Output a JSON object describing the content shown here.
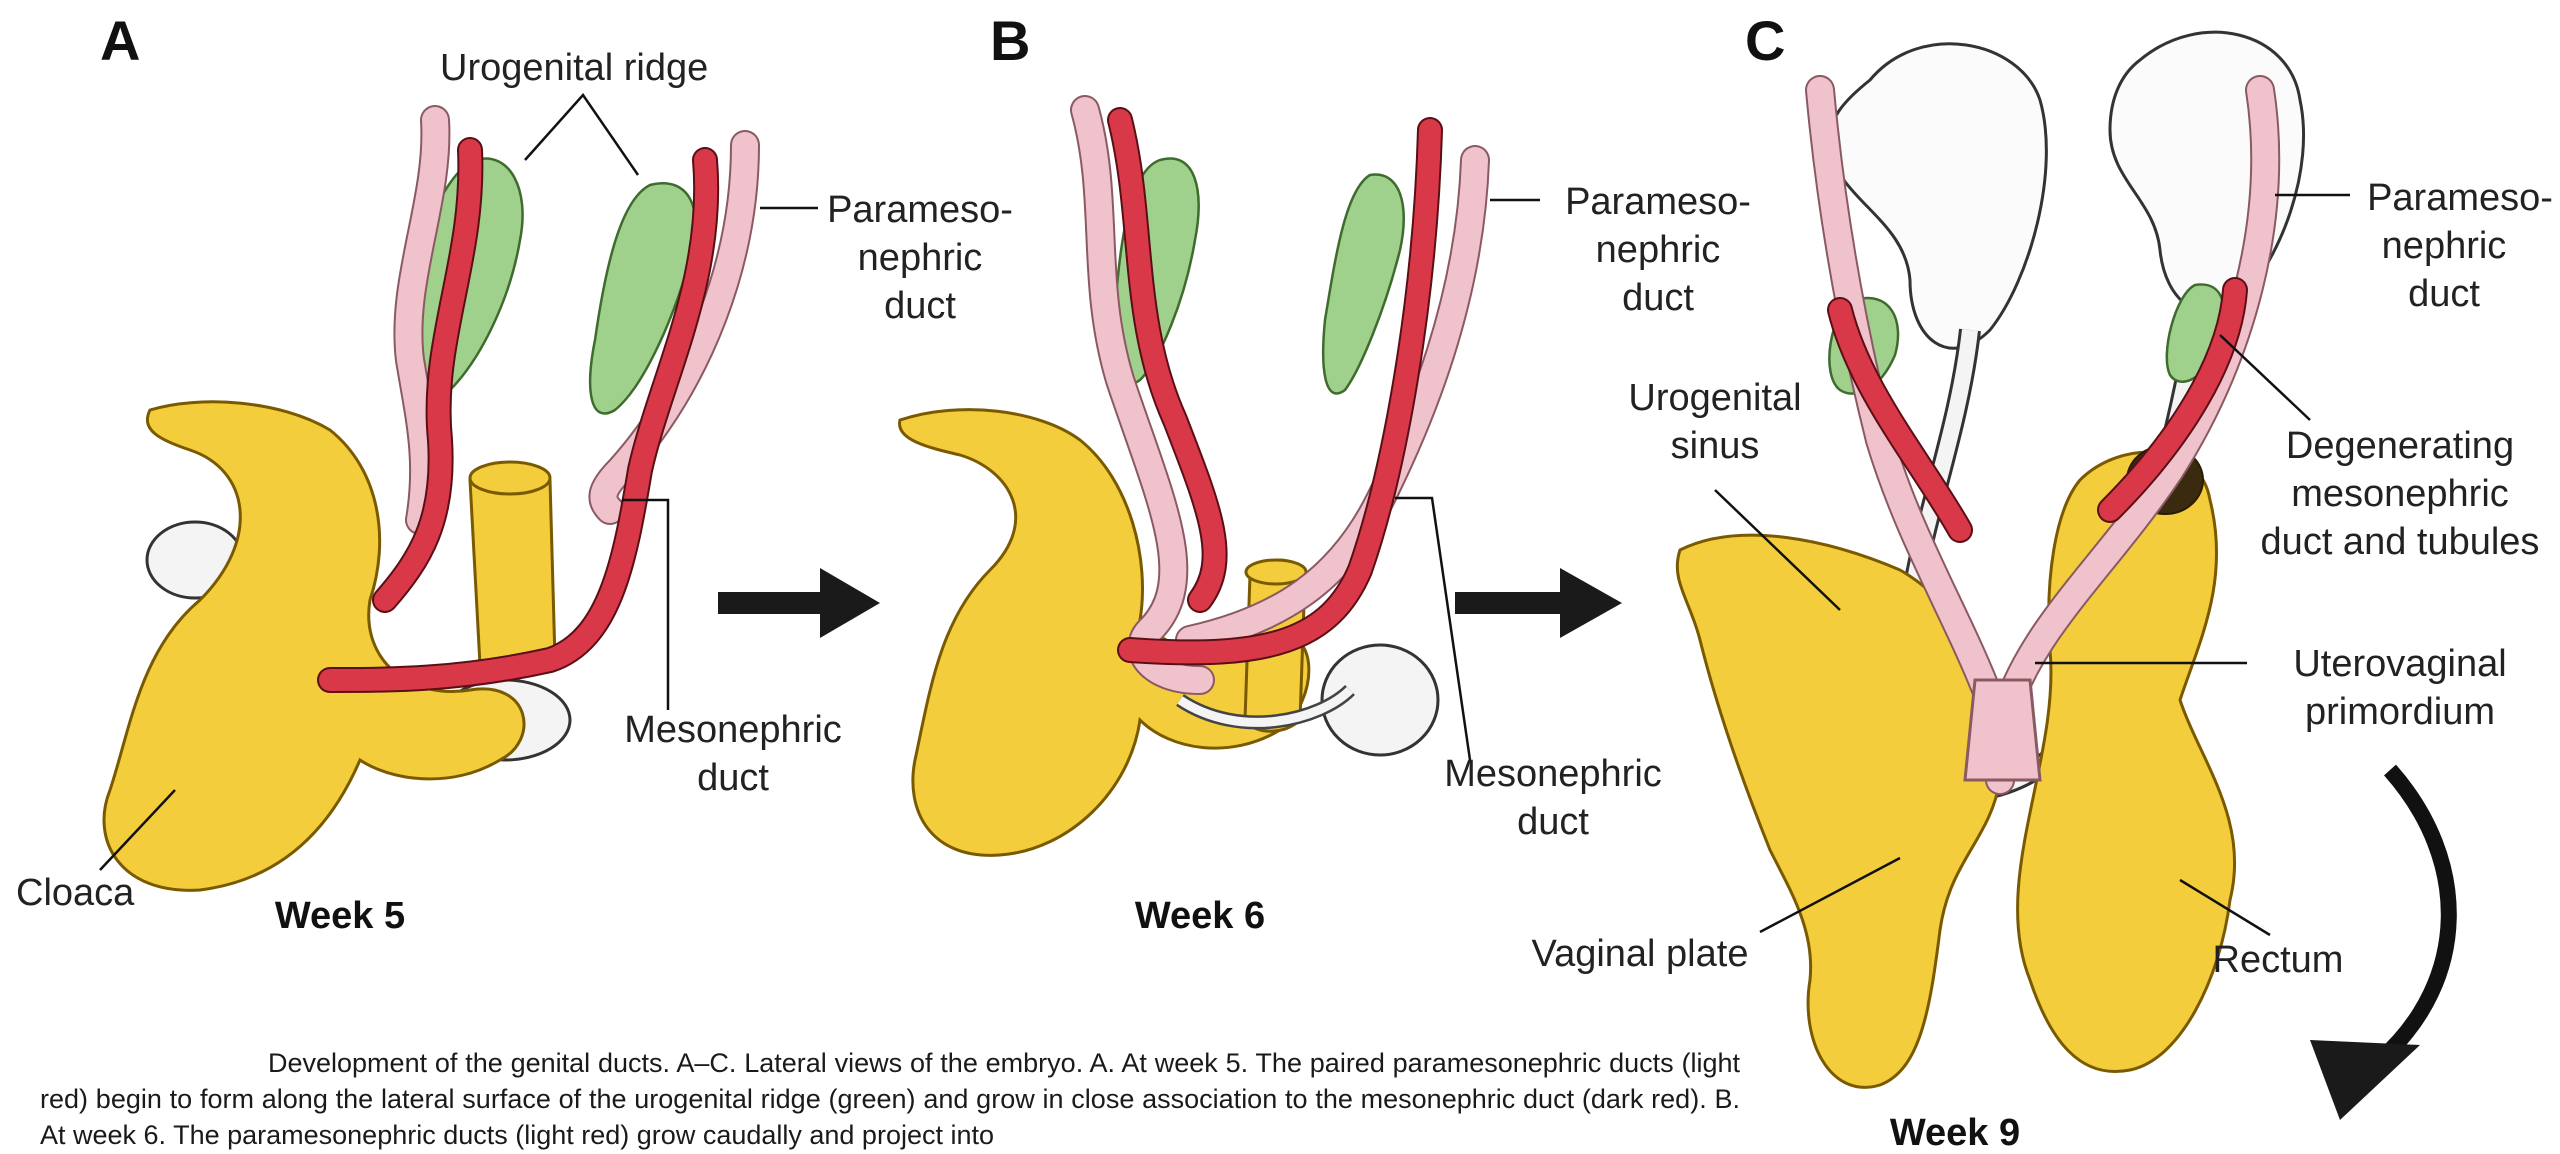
{
  "panels": {
    "a": {
      "letter": "A",
      "week": "Week 5"
    },
    "b": {
      "letter": "B",
      "week": "Week 6"
    },
    "c": {
      "letter": "C",
      "week": "Week 9"
    }
  },
  "labels": {
    "urogenital_ridge": "Urogenital ridge",
    "paramesonephric_a": [
      "Parameso-",
      "nephric",
      "duct"
    ],
    "mesonephric_a": [
      "Mesonephric",
      "duct"
    ],
    "cloaca": "Cloaca",
    "paramesonephric_b": [
      "Parameso-",
      "nephric",
      "duct"
    ],
    "mesonephric_b": [
      "Mesonephric",
      "duct"
    ],
    "urogenital_sinus": [
      "Urogenital",
      "sinus"
    ],
    "paramesonephric_c": [
      "Parameso-",
      "nephric",
      "duct"
    ],
    "degenerating": [
      "Degenerating",
      "mesonephric",
      "duct and tubules"
    ],
    "uterovaginal": [
      "Uterovaginal",
      "primordium"
    ],
    "vaginal_plate": "Vaginal plate",
    "rectum": "Rectum"
  },
  "caption": {
    "text": "Development of the genital ducts. A–C. Lateral views of the embryo. A. At week 5. The paired paramesonephric ducts (light red) begin to form along the lateral surface of the urogenital ridge (green) and grow in close association to the mesonephric duct (dark red). B. At week 6. The paramesonephric ducts (light red) grow caudally and project into"
  },
  "colors": {
    "mesonephric_duct": "#d83848",
    "paramesonephric_duct": "#f0c2cc",
    "urogenital_ridge": "#9fd08c",
    "cloaca_and_sinus": "#f3cd3c"
  }
}
